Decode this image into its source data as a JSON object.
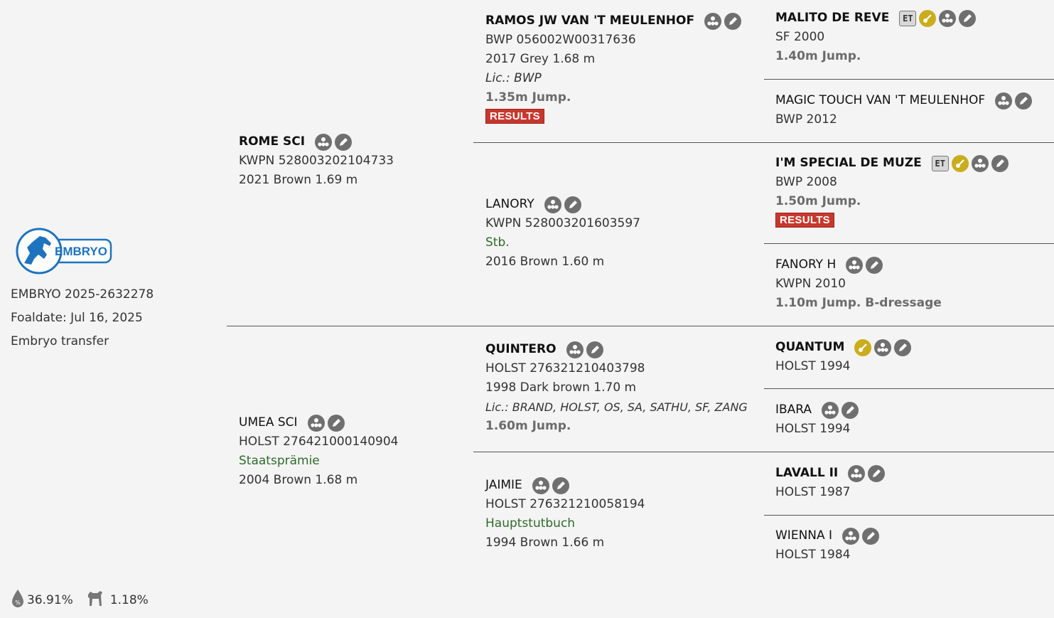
{
  "subject": {
    "logo_text": "EMBRYO",
    "id_line": "EMBRYO 2025-2632278",
    "foaldate": "Foaldate: Jul 16, 2025",
    "method": "Embryo transfer",
    "inbreeding": "36.91%",
    "relation": "1.18%"
  },
  "sire": {
    "name": "ROME SCI",
    "reg": "KWPN 528003202104733",
    "info": "2021 Brown 1.69 m"
  },
  "dam": {
    "name": "UMEA SCI",
    "reg": "HOLST 276421000140904",
    "note": "Staatsprämie",
    "info": "2004 Brown 1.68 m"
  },
  "ss": {
    "name": "RAMOS JW VAN 'T MEULENHOF",
    "reg": "BWP 056002W00317636",
    "info": "2017 Grey 1.68 m",
    "lic": "Lic.: BWP",
    "perf": "1.35m Jump.",
    "results": "RESULTS"
  },
  "sd": {
    "name": "LANORY",
    "reg": "KWPN 528003201603597",
    "note": "Stb.",
    "info": "2016 Brown 1.60 m"
  },
  "ds": {
    "name": "QUINTERO",
    "reg": "HOLST 276321210403798",
    "info": "1998 Dark brown 1.70 m",
    "lic": "Lic.: BRAND, HOLST, OS, SA, SATHU, SF, ZANG",
    "perf": "1.60m Jump."
  },
  "dd": {
    "name": "JAIMIE",
    "reg": "HOLST 276321210058194",
    "note": "Hauptstutbuch",
    "info": "1994 Brown 1.66 m"
  },
  "g": [
    {
      "name": "MALITO DE REVE",
      "reg": "SF 2000",
      "perf": "1.40m Jump.",
      "et": "ET"
    },
    {
      "name": "MAGIC TOUCH VAN 'T MEULENHOF",
      "reg": "BWP 2012"
    },
    {
      "name": "I'M SPECIAL DE MUZE",
      "reg": "BWP 2008",
      "perf": "1.50m Jump.",
      "et": "ET",
      "results": "RESULTS"
    },
    {
      "name": "FANORY H",
      "reg": "KWPN 2010",
      "perf": "1.10m Jump. B-dressage"
    },
    {
      "name": "QUANTUM",
      "reg": "HOLST 1994"
    },
    {
      "name": "IBARA",
      "reg": "HOLST 1994"
    },
    {
      "name": "LAVALL II",
      "reg": "HOLST 1987"
    },
    {
      "name": "WIENNA I",
      "reg": "HOLST 1984"
    }
  ],
  "icons": {
    "pedigree": "pedigree-icon",
    "edit": "edit-pencil-icon",
    "key": "key-icon",
    "et": "et-badge",
    "inbreeding": "inbreeding-drop-icon",
    "relation": "horse-icon"
  },
  "colors": {
    "background": "#f4f4f4",
    "icon": "#6f6f6f",
    "key": "#c9ad1c",
    "results": "#c8372d",
    "note_green": "#2e6b2b",
    "logo_blue": "#1e73be"
  }
}
